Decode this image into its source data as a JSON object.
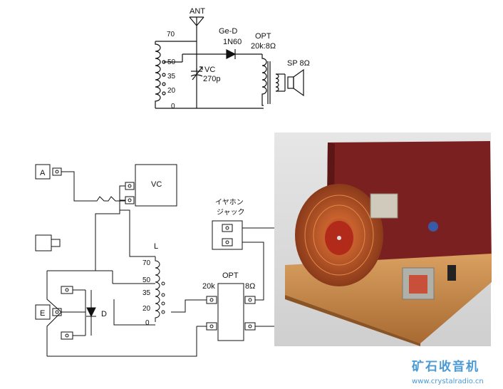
{
  "top_schematic": {
    "antenna": "ANT",
    "diode_type": "Ge-D",
    "diode_part": "1N60",
    "transformer_name": "OPT",
    "transformer_ratio": "20k:8Ω",
    "speaker": "SP 8Ω",
    "capacitor_name": "VC",
    "capacitor_value": "270p",
    "coil_taps": [
      "70",
      "50",
      "35",
      "20",
      "0"
    ]
  },
  "wiring_diagram": {
    "terminal_a": "A",
    "terminal_e": "E",
    "capacitor": "VC",
    "coil": "L",
    "coil_taps": [
      "70",
      "50",
      "35",
      "20",
      "0"
    ],
    "diode": "D",
    "earphone_line1": "イヤホン",
    "earphone_line2": "ジャック",
    "transformer": "OPT",
    "primary": "20k",
    "secondary": "8Ω"
  },
  "photo": {
    "subject": "crystal radio build",
    "colors": {
      "board": "#7a2020",
      "base": "#c88a4a",
      "coil": "#c05a2a",
      "background": "#dcdcdc"
    }
  },
  "watermark": {
    "title": "矿石收音机",
    "url": "www.crystalradio.cn"
  }
}
